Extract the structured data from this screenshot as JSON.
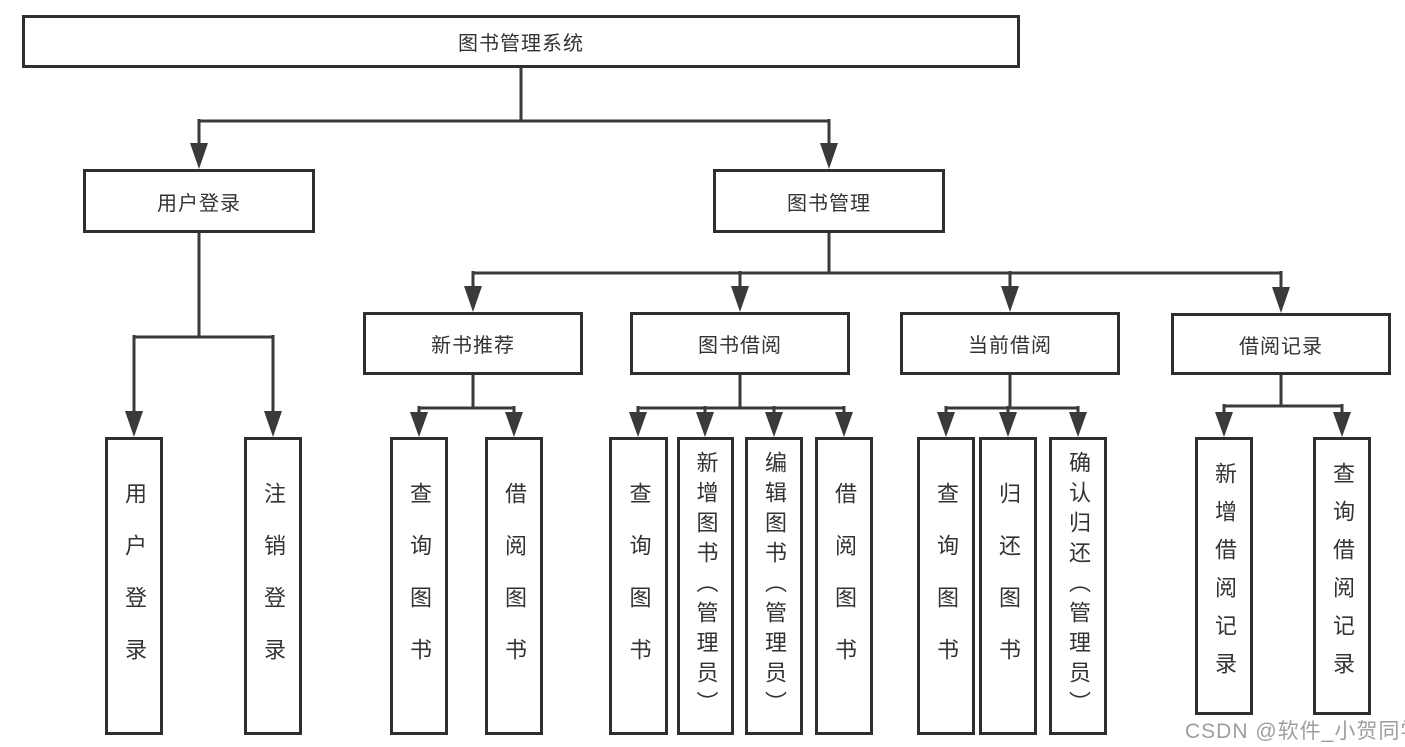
{
  "diagram": {
    "root": {
      "label": "图书管理系统"
    },
    "level2": [
      {
        "label": "用户登录"
      },
      {
        "label": "图书管理"
      }
    ],
    "level3": [
      {
        "label": "新书推荐"
      },
      {
        "label": "图书借阅"
      },
      {
        "label": "当前借阅"
      },
      {
        "label": "借阅记录"
      }
    ],
    "leaves": {
      "user_login": [
        "用户登录",
        "注销登录"
      ],
      "new_books": [
        "查询图书",
        "借阅图书"
      ],
      "book_borrow": [
        "查询图书",
        "新增图书（管理员）",
        "编辑图书（管理员）",
        "借阅图书"
      ],
      "current_borrow": [
        "查询图书",
        "归还图书",
        "确认归还（管理员）"
      ],
      "borrow_records": [
        "新增借阅记录",
        "查询借阅记录"
      ]
    },
    "colors": {
      "line": "#3a3a3a",
      "box_border": "#2f2f2f",
      "text": "#333333",
      "watermark": "#9e9e9e",
      "background": "#ffffff"
    }
  },
  "watermark": {
    "text": "CSDN @软件_小贺同学"
  }
}
